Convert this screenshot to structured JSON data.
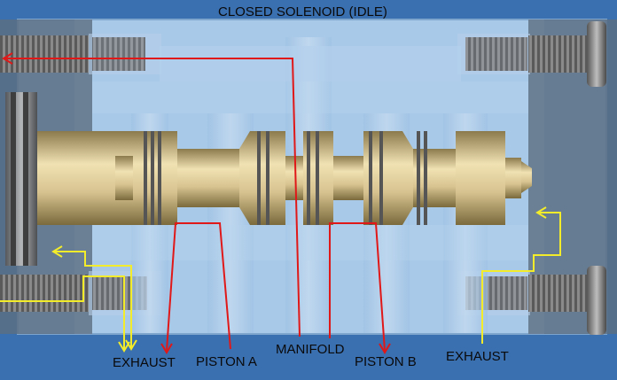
{
  "title": "CLOSED SOLENOID (IDLE)",
  "labels": {
    "exhaust_left": "EXHAUST",
    "piston_a": "PISTON A",
    "manifold": "MANIFOLD",
    "piston_b": "PISTON B",
    "exhaust_right": "EXHAUST"
  },
  "colors": {
    "background": "#3a6fb0",
    "body": "#a9c9e8",
    "spool": "#d9c691",
    "pressure_flow": "#e01818",
    "exhaust_flow": "#f2ec2a"
  }
}
